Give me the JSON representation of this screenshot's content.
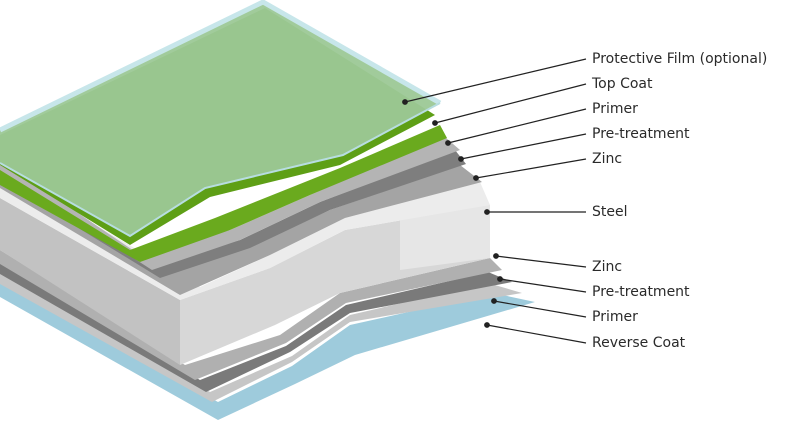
{
  "diagram": {
    "layers": [
      {
        "id": "protective-film",
        "label": "Protective Film (optional)"
      },
      {
        "id": "top-coat",
        "label": "Top Coat"
      },
      {
        "id": "primer-top",
        "label": "Primer"
      },
      {
        "id": "pretreatment-top",
        "label": "Pre-treatment"
      },
      {
        "id": "zinc-top",
        "label": "Zinc"
      },
      {
        "id": "steel",
        "label": "Steel"
      },
      {
        "id": "zinc-bottom",
        "label": "Zinc"
      },
      {
        "id": "pretreatment-bottom",
        "label": "Pre-treatment"
      },
      {
        "id": "primer-bottom",
        "label": "Primer"
      },
      {
        "id": "reverse-coat",
        "label": "Reverse Coat"
      }
    ],
    "colors": {
      "film": "#9cc896",
      "top_coat": "#6aaa1e",
      "primer": "#a9a9a9",
      "pretreatment": "#8b8b8b",
      "zinc": "#b8b8b8",
      "steel": "#e0e0e0",
      "reverse_coat": "#9ecbdc",
      "leader": "#222222"
    }
  }
}
